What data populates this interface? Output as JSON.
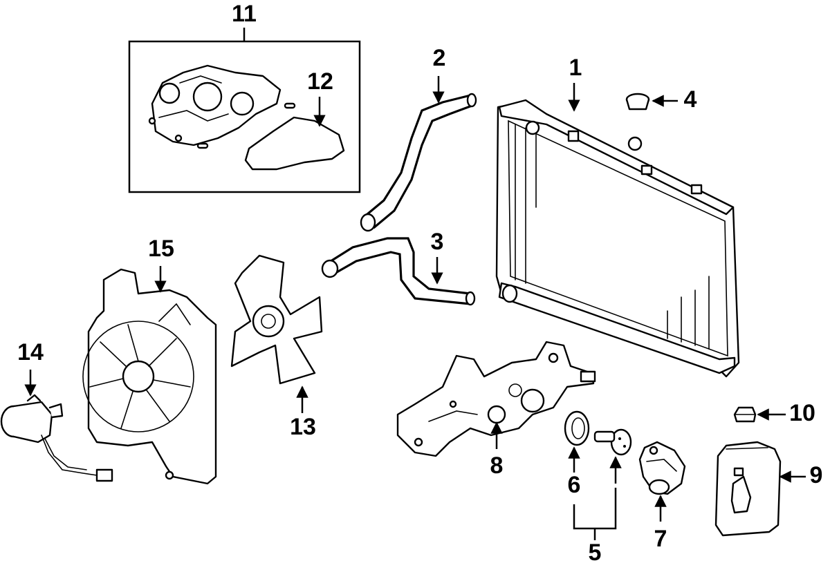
{
  "callouts": {
    "c1": "1",
    "c2": "2",
    "c3": "3",
    "c4": "4",
    "c5": "5",
    "c6": "6",
    "c7": "7",
    "c8": "8",
    "c9": "9",
    "c10": "10",
    "c11": "11",
    "c12": "12",
    "c13": "13",
    "c14": "14",
    "c15": "15"
  },
  "colors": {
    "ink": "#000000",
    "paper": "#ffffff"
  }
}
